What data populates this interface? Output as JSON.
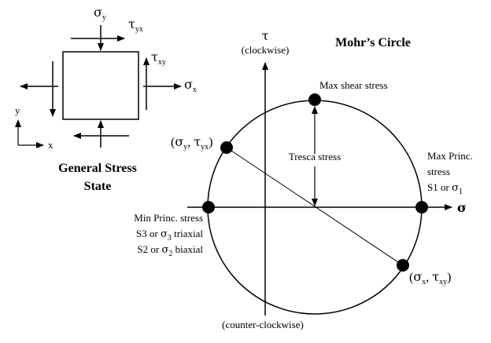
{
  "stress_element": {
    "title_line1": "General Stress",
    "title_line2": "State",
    "sigma_y": {
      "sym": "σ",
      "sub": "y"
    },
    "tau_yx": {
      "sym": "τ",
      "sub": "yx"
    },
    "tau_xy": {
      "sym": "τ",
      "sub": "xy"
    },
    "sigma_x": {
      "sym": "σ",
      "sub": "x"
    },
    "axis_y": "y",
    "axis_x": "x"
  },
  "mohr": {
    "title": "Mohr’s Circle",
    "tau_symbol": "τ",
    "tau_top_note": "(clockwise)",
    "tau_bottom_note": "(counter-clockwise)",
    "sigma_symbol": "σ",
    "max_shear": "Max shear stress",
    "tresca": "Tresca stress",
    "max_princ": {
      "line1": "Max Princ.",
      "line2": "stress",
      "line3_a": "S1 or ",
      "line3_sym": "σ",
      "line3_sub": "1"
    },
    "min_princ": {
      "line1": "Min Princ. stress",
      "line2_a": "S3 or ",
      "line2_sym": "σ",
      "line2_sub": "3",
      "line2_b": " triaxial",
      "line3_a": "S2 or ",
      "line3_sym": "σ",
      "line3_sub": "2",
      "line3_b": " biaxial"
    },
    "point_y": {
      "open": "(",
      "s": "σ",
      "s_sub": "y",
      "sep": ", ",
      "t": "τ",
      "t_sub": "yx",
      "close": ")"
    },
    "point_x": {
      "open": "(",
      "s": "σ",
      "s_sub": "x",
      "sep": ", ",
      "t": "τ",
      "t_sub": "xy",
      "close": ")"
    }
  }
}
